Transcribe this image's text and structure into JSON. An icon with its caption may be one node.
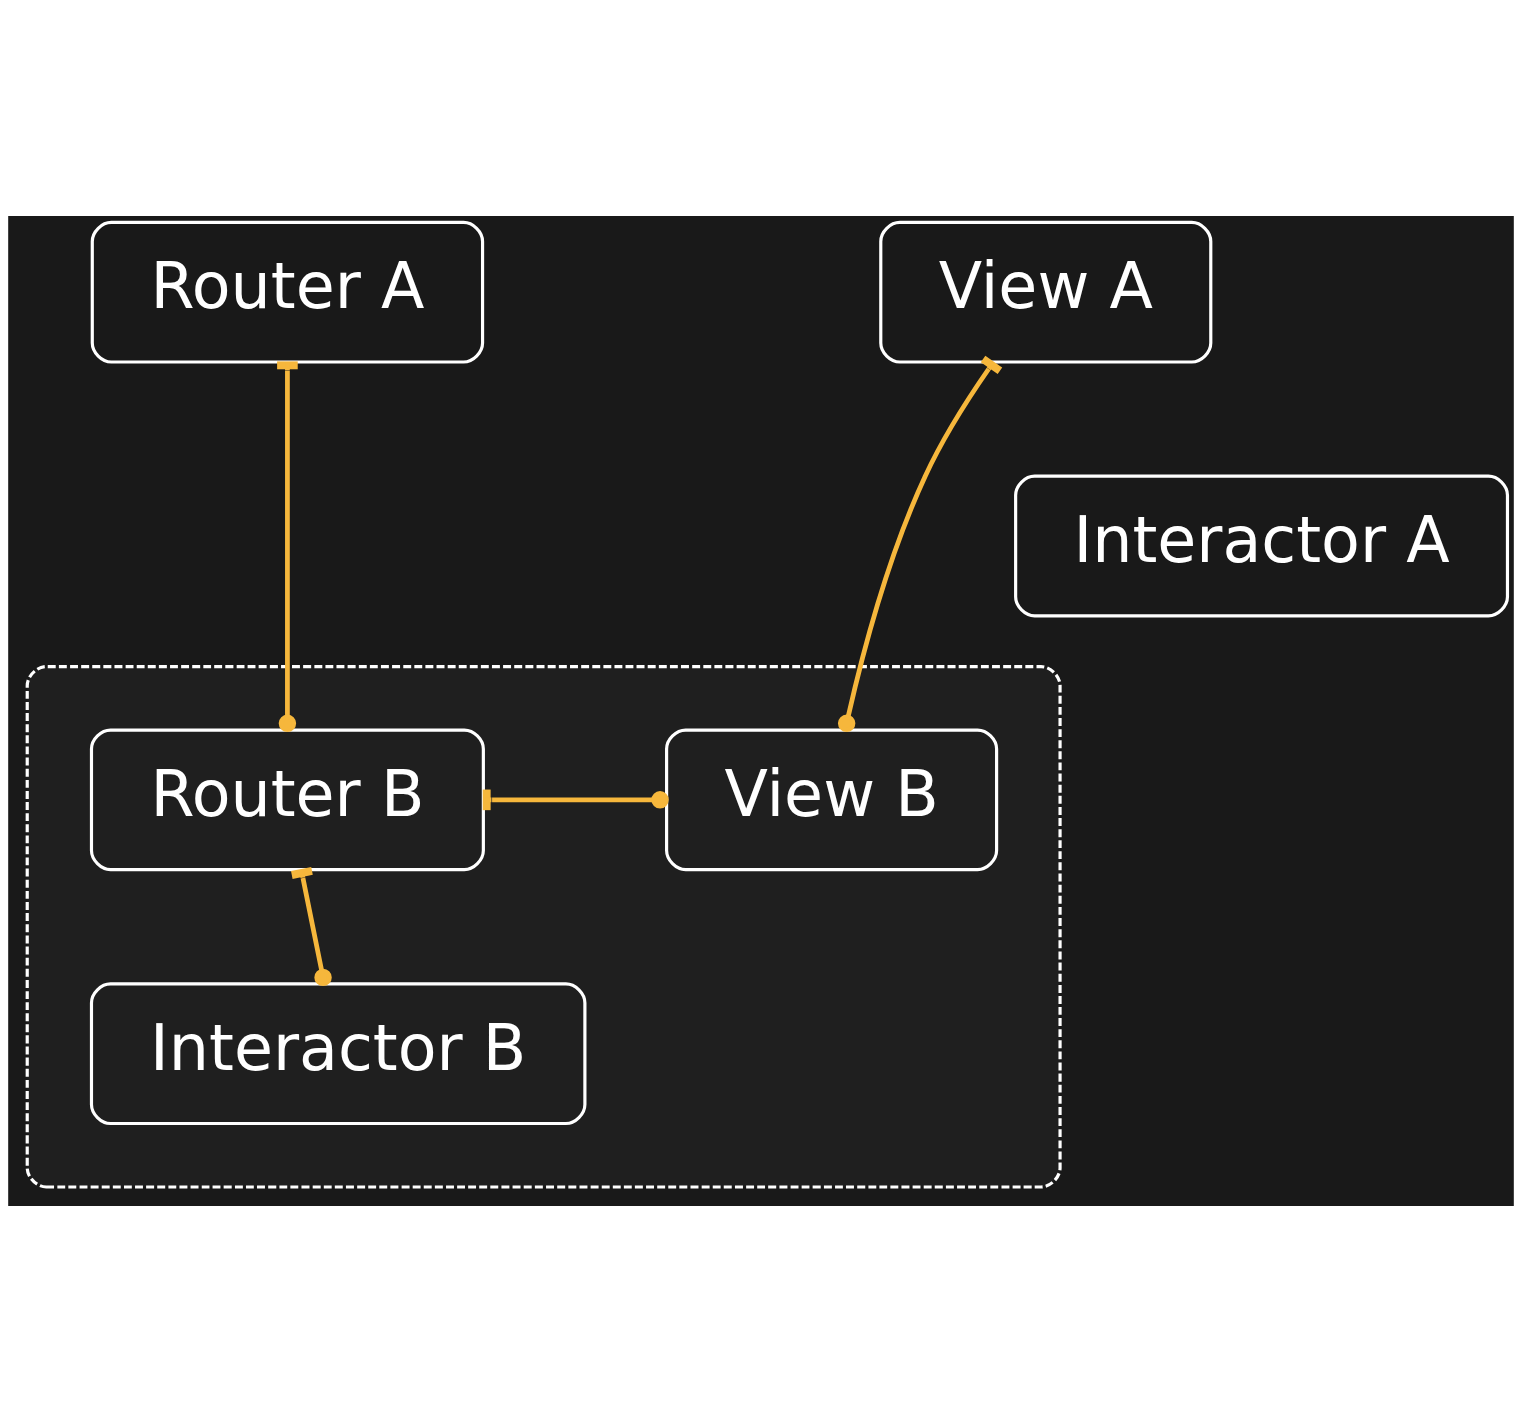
{
  "diagram": {
    "nodes": [
      {
        "text": [
          "Router A"
        ]
      },
      {
        "text": [
          "View A"
        ]
      },
      {
        "text": [
          "Interactor A"
        ]
      },
      {
        "text": [],
        "shape": "box"
      },
      {
        "text": [
          "Router B"
        ],
        "in": 3
      },
      {
        "text": [
          "View B"
        ],
        "in": 3
      },
      {
        "text": [
          "Interactor B"
        ],
        "in": 3
      }
    ],
    "edges": [
      {
        "from": 4,
        "to": 0,
        "arrow": "other"
      },
      {
        "from": 5,
        "to": 1,
        "arrow": "other"
      },
      {
        "from": 5,
        "to": 4,
        "arrow": "other"
      },
      {
        "from": 6,
        "to": 4,
        "arrow": "other"
      }
    ]
  }
}
